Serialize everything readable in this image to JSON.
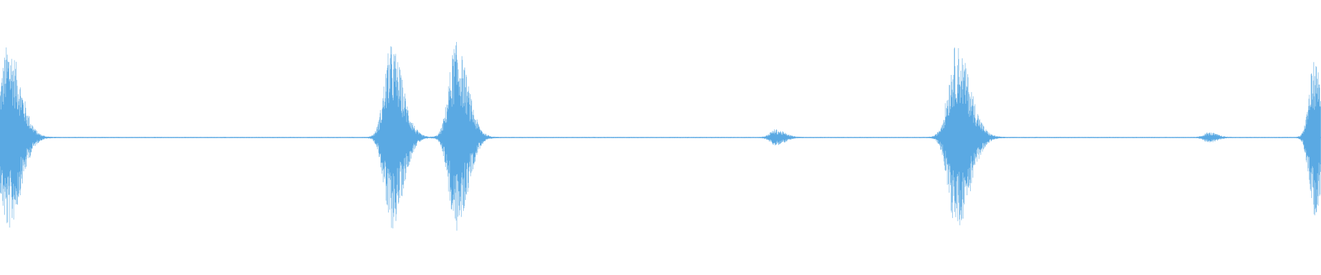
{
  "waveform": {
    "color": "#5aa9e3",
    "background": "#ffffff",
    "baseline_amplitude": 0.006,
    "bursts": [
      {
        "position": 0.006,
        "amplitude": 0.96,
        "width": 0.014
      },
      {
        "position": 0.296,
        "amplitude": 0.95,
        "width": 0.013
      },
      {
        "position": 0.345,
        "amplitude": 0.98,
        "width": 0.013
      },
      {
        "position": 0.587,
        "amplitude": 0.08,
        "width": 0.01
      },
      {
        "position": 0.724,
        "amplitude": 0.95,
        "width": 0.015
      },
      {
        "position": 0.915,
        "amplitude": 0.05,
        "width": 0.009
      },
      {
        "position": 0.995,
        "amplitude": 0.8,
        "width": 0.01
      }
    ]
  }
}
